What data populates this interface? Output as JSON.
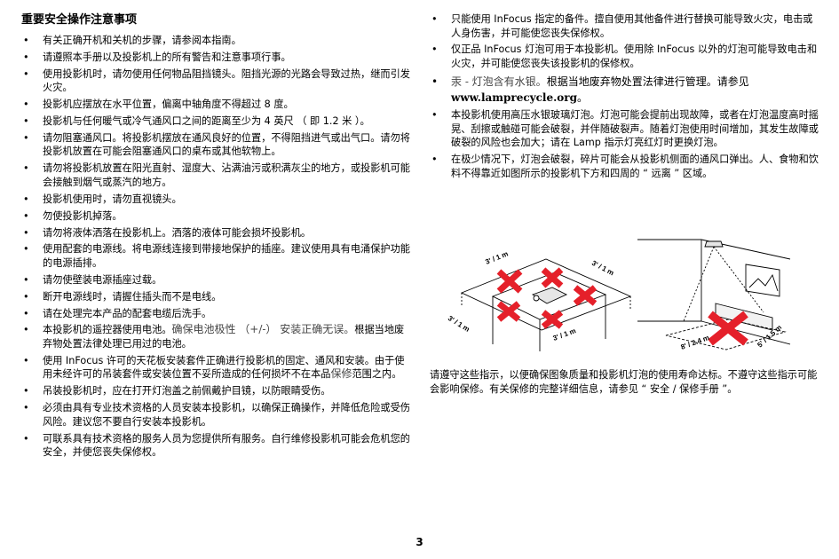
{
  "title": "重要安全操作注意事项",
  "left_items": [
    "有关正确开机和关机的步骤，请参阅本指南。",
    "请遵照本手册以及投影机上的所有警告和注意事项行事。",
    "使用投影机时，请勿使用任何物品阻挡镜头。阻挡光源的光路会导致过热，继而引发火灾。",
    "投影机应摆放在水平位置，偏离中轴角度不得超过 8 度。",
    "投影机与任何暖气或冷气通风口之间的距离至少为 4 英尺 （ 即 1.2 米 ）。",
    "请勿阻塞通风口。将投影机摆放在通风良好的位置，不得阻挡进气或出气口。请勿将投影机放置在可能会阻塞通风口的桌布或其他软物上。",
    "请勿将投影机放置在阳光直射、湿度大、沾满油污或积满灰尘的地方，或投影机可能会接触到烟气或蒸汽的地方。",
    "投影机使用时，请勿直视镜头。",
    "勿使投影机掉落。",
    "请勿将液体洒落在投影机上。洒落的液体可能会损坏投影机。",
    "使用配套的电源线。将电源线连接到带接地保护的插座。建议使用具有电涌保护功能的电源插排。",
    "请勿使壁装电源插座过载。",
    "断开电源线时，请握住插头而不是电线。",
    "请在处理完本产品的配套电缆后洗手。"
  ],
  "left_item_remote": {
    "a": "本投影机的遥控器使用电池。",
    "b": "确保电池极性 （+/-） 安装正确无误。",
    "c": "根据当地废弃物处置法律处理已用过的电池。"
  },
  "left_item_mount": {
    "a": "使用 InFocus 许可的天花板安装套件正确进行投影机的固定、通风和安装。由于使用未经许可的吊装套件或安装位置不妥所造成的任何损坏不在本品",
    "b": "保修",
    "c": "范围之内。"
  },
  "left_items_tail": [
    "吊装投影机时，应在打开灯泡盖之前佩戴护目镜，以防眼睛受伤。",
    "必须由具有专业技术资格的人员安装本投影机，以确保正确操作，并降低危险或受伤风险。建议您不要自行安装本投影机。",
    "可联系具有技术资格的服务人员为您提供所有服务。自行维修投影机可能会危机您的安全，并使您丧失保修权。"
  ],
  "right_items": [
    "只能使用 InFocus 指定的备件。擅自使用其他备件进行替换可能导致火灾，电击或人身伤害，并可能使您丧失保修权。",
    "仅正品 InFocus 灯泡可用于本投影机。使用除 InFocus 以外的灯泡可能导致电击和火灾，并可能使您丧失该投影机的保修权。"
  ],
  "right_item_mercury": {
    "a": "汞 - 灯泡含有水银。",
    "b": "根据当地废弃物处置法律进行管理。请参见",
    "url": "www.lamprecycle.org",
    "end": "。"
  },
  "right_items_tail": [
    "本投影机使用高压水银玻璃灯泡。灯泡可能会提前出现故障，或者在灯泡温度高时摇晃、刮擦或触碰可能会破裂，并伴随破裂声。随着灯泡使用时间增加，其发生故障或破裂的风险也会加大；请在 Lamp 指示灯亮红灯时更换灯泡。",
    "在极少情况下，灯泡会破裂，碎片可能会从投影机侧面的通风口弹出。人、食物和饮料不得靠近如图所示的投影机下方和四周的 “ 远离 ” 区域。"
  ],
  "diagram_labels": {
    "table_top": "3' / 1 m",
    "table_right": "3' / 1 m",
    "table_left": "3' / 1 m",
    "table_bottom": "3' / 1 m",
    "room_floor": "8' / 2.4 m",
    "room_right": "5' / 1.5 m"
  },
  "after_text": "请遵守这些指示，以便确保图象质量和投影机灯泡的使用寿命达标。不遵守这些指示可能会影响保修。有关保修的完整详细信息，请参见 “ 安全 / 保修手册 ”。",
  "page_number": "3",
  "colors": {
    "x_mark": "#e5202a",
    "text": "#000000"
  }
}
